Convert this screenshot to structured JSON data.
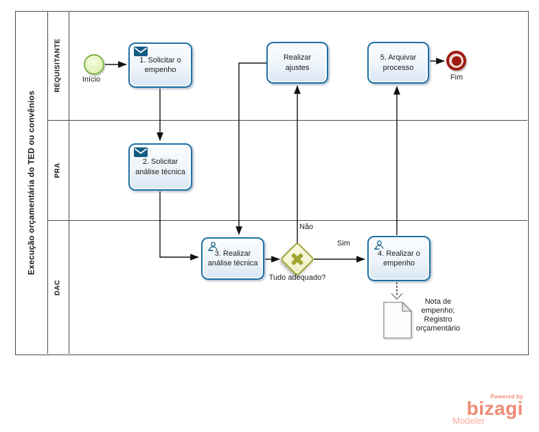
{
  "pool": {
    "title": "Execução orçamentária do TED ou convênios",
    "lanes": [
      {
        "label": "REQUISITANTE"
      },
      {
        "label": "PRA"
      },
      {
        "label": "DAC"
      }
    ]
  },
  "events": {
    "start_label": "Início",
    "end_label": "Fim"
  },
  "tasks": {
    "t1": "1. Solicitar o empenho",
    "t2": "2. Solicitar análise técnica",
    "t3": "3. Realizar análise técnica",
    "t4": "4. Realizar o empenho",
    "t5": "5. Arquivar processo",
    "adjust": "Realizar ajustes"
  },
  "gateway": {
    "label": "Tudo adequado?",
    "branch_no": "Não",
    "branch_yes": "Sim"
  },
  "artifacts": {
    "document_label": "Nota de empenho; Registro orçamentário"
  },
  "branding": {
    "powered_by": "Powered by",
    "logo": "bizagi",
    "product": "Modeler"
  },
  "colors": {
    "task_border": "#1c6ea4",
    "icon_blue": "#135c85",
    "start_green": "#7ab142",
    "end_red": "#9e1a10",
    "gateway_olive": "#a2a433",
    "logo_coral": "#ef8a72"
  }
}
